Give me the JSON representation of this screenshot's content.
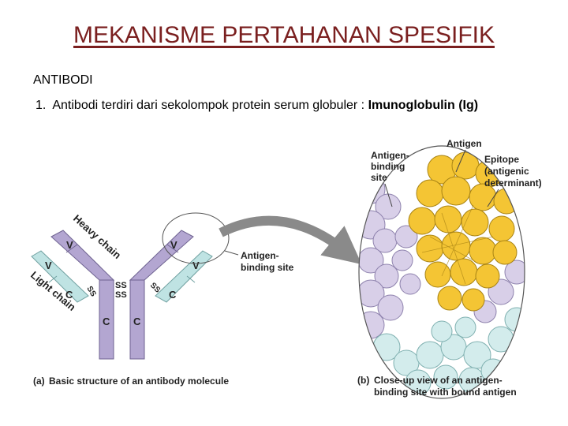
{
  "title": "MEKANISME PERTAHANAN SPESIFIK",
  "subheading": "ANTIBODI",
  "point": {
    "number": "1.",
    "text": "Antibodi terdiri dari sekolompok protein serum globuler : ",
    "term": "Imunoglobulin (Ig)"
  },
  "figure": {
    "heavy_chain": "Heavy chain",
    "light_chain": "Light chain",
    "variable": "V",
    "constant": "C",
    "disulfide": "SS",
    "antigen_binding_site_1": "Antigen-",
    "antigen_binding_site_2": "binding site",
    "caption_a_letter": "(a)",
    "caption_a": "Basic structure of an antibody molecule",
    "antigen": "Antigen",
    "close_site_1": "Antigen-",
    "close_site_2": "binding",
    "close_site_3": "site",
    "epitope_1": "Epitope",
    "epitope_2": "(antigenic",
    "epitope_3": "determinant)",
    "caption_b_letter": "(b)",
    "caption_b_1": "Close-up view of an antigen-",
    "caption_b_2": "binding site with bound antigen",
    "colors": {
      "heavy": "#b3a6d1",
      "light": "#bfe3e3",
      "antigen": "#f4c534",
      "circle_bg": "#ffffff"
    }
  }
}
